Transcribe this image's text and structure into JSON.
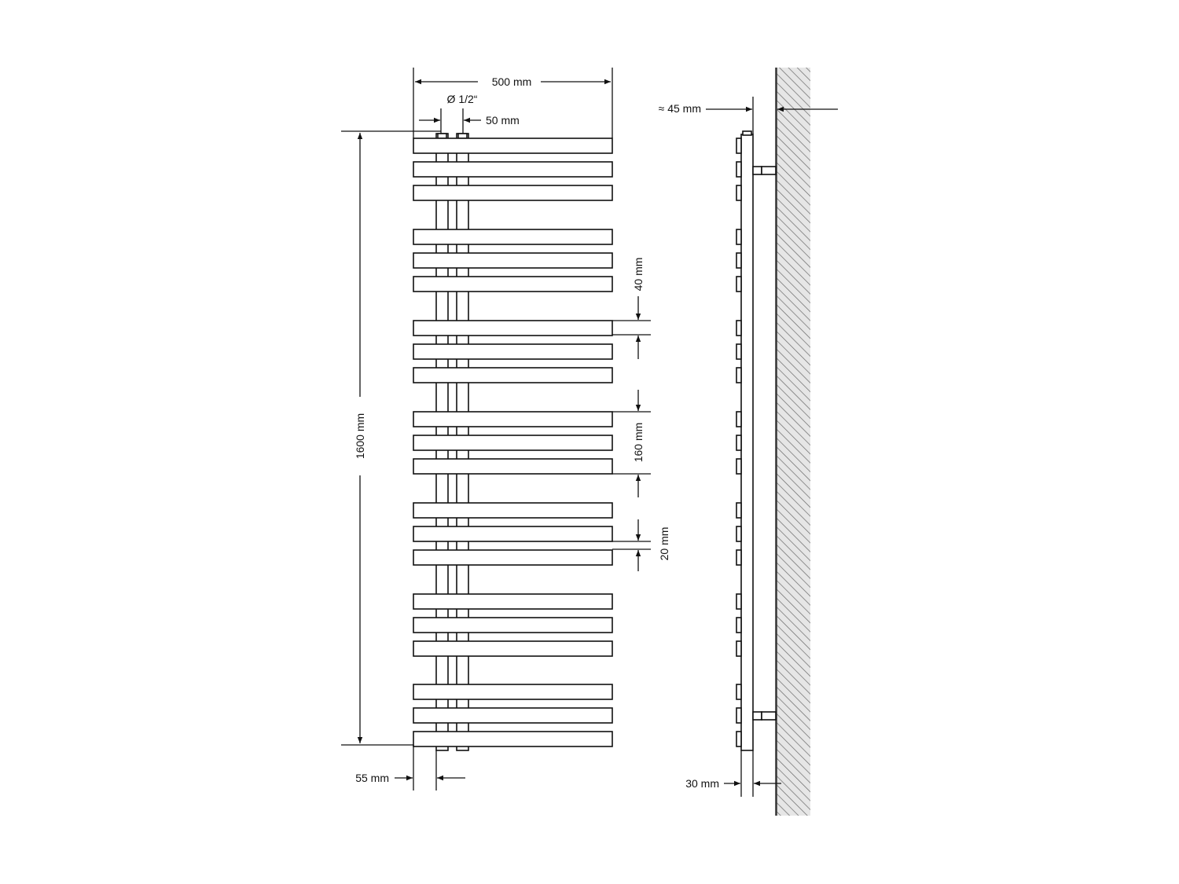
{
  "drawing": {
    "title": "Bathroom towel radiator technical drawing",
    "front_view": {
      "width_label": "500 mm",
      "connection_label": "Ø 1/2“",
      "connection_spacing_label": "50 mm",
      "height_label": "1600 mm",
      "bar_gap_label": "40 mm",
      "group_label": "160 mm",
      "bar_height_label": "20 mm",
      "offset_label": "55 mm",
      "bar_groups": 7,
      "bars_per_group": 3
    },
    "side_view": {
      "wall_distance_label": "≈ 45 mm",
      "pipe_depth_label": "30 mm"
    },
    "colors": {
      "line": "#111111",
      "wall_fill": "#e6e6e6",
      "hatch": "#6a6a6a"
    }
  }
}
